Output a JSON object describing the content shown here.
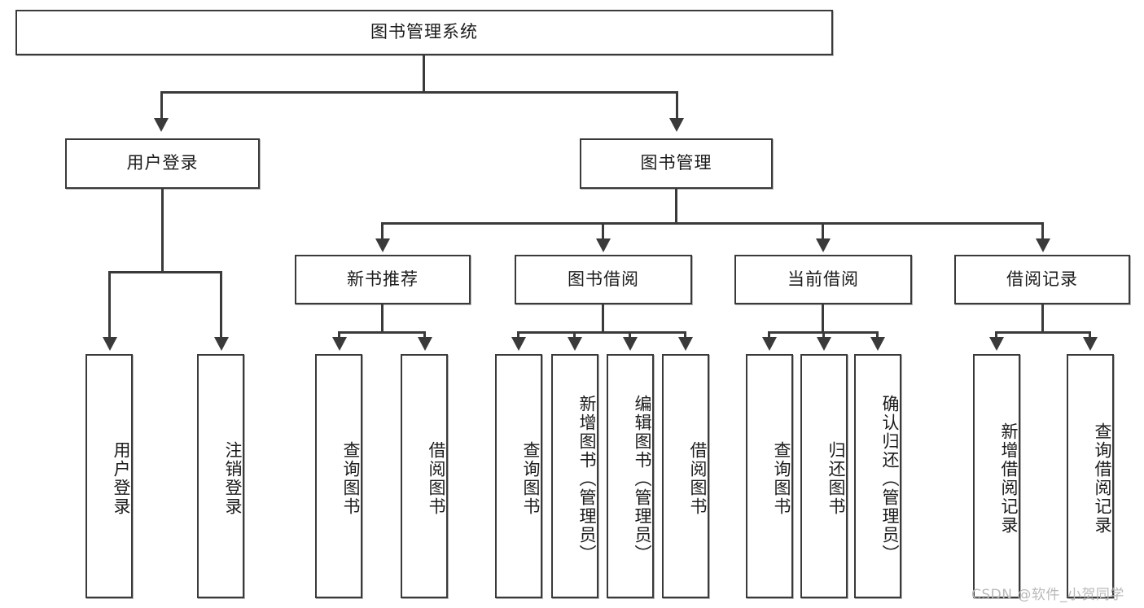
{
  "diagram": {
    "type": "tree",
    "title": "图书管理系统",
    "root": {
      "id": "root",
      "label": "图书管理系统"
    },
    "level2": [
      {
        "id": "user-login",
        "label": "用户登录"
      },
      {
        "id": "book-management",
        "label": "图书管理"
      }
    ],
    "level3": [
      {
        "id": "new-book-recommend",
        "label": "新书推荐"
      },
      {
        "id": "book-borrow",
        "label": "图书借阅"
      },
      {
        "id": "current-borrow",
        "label": "当前借阅"
      },
      {
        "id": "borrow-record",
        "label": "借阅记录"
      }
    ],
    "leaves": {
      "user_login": [
        {
          "id": "leaf-user-login",
          "label": "用户登录"
        },
        {
          "id": "leaf-logout-login",
          "label": "注销登录"
        }
      ],
      "new_book_recommend": [
        {
          "id": "leaf-query-book-1",
          "label": "查询图书"
        },
        {
          "id": "leaf-borrow-book-1",
          "label": "借阅图书"
        }
      ],
      "book_borrow": [
        {
          "id": "leaf-query-book-2",
          "label": "查询图书"
        },
        {
          "id": "leaf-add-book",
          "label": "新增图书（管理员）"
        },
        {
          "id": "leaf-edit-book",
          "label": "编辑图书（管理员）"
        },
        {
          "id": "leaf-borrow-book-2",
          "label": "借阅图书"
        }
      ],
      "current_borrow": [
        {
          "id": "leaf-query-book-3",
          "label": "查询图书"
        },
        {
          "id": "leaf-return-book",
          "label": "归还图书"
        },
        {
          "id": "leaf-confirm-return",
          "label": "确认归还（管理员）"
        }
      ],
      "borrow_record": [
        {
          "id": "leaf-add-record",
          "label": "新增借阅记录"
        },
        {
          "id": "leaf-query-record",
          "label": "查询借阅记录"
        }
      ]
    },
    "colors": {
      "stroke": "#3a3a3a",
      "fill": "#ffffff",
      "text": "#1b1b1b",
      "watermark": "#b9b9b9"
    }
  },
  "watermark": {
    "text": "CSDN @软件_小贺同学"
  }
}
